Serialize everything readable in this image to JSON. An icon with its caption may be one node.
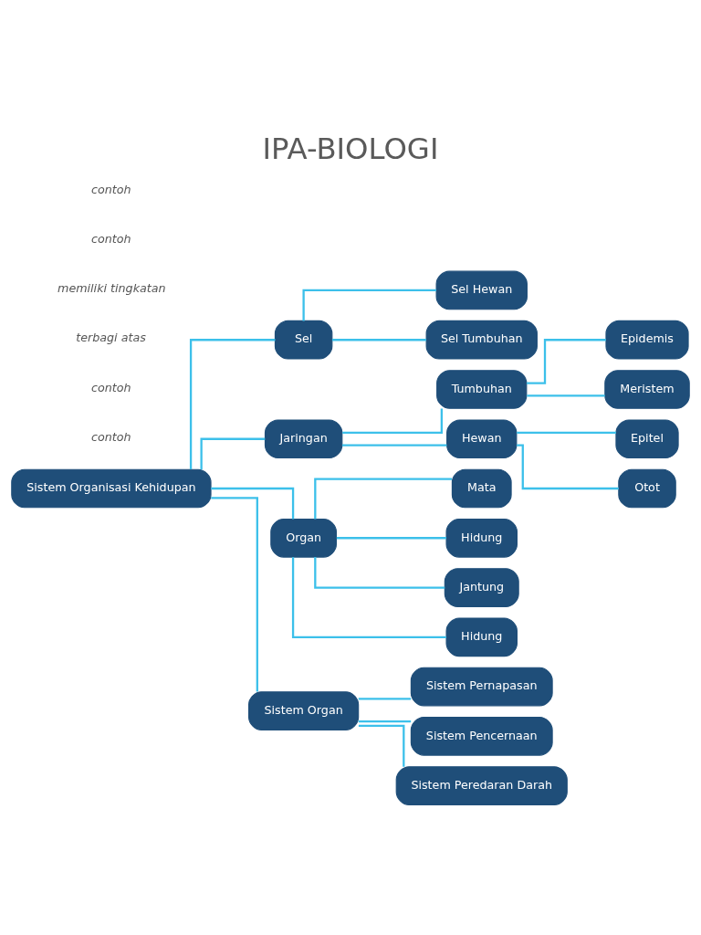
{
  "diagram": {
    "title": "IPA-BIOLOGI",
    "nodes": [
      {
        "text": [
          "Sistem Organisasi Kehidupan"
        ]
      },
      {
        "text": [
          "Sel"
        ]
      },
      {
        "text": [
          "Sel Hewan"
        ]
      },
      {
        "text": [
          "Sel Tumbuhan"
        ]
      },
      {
        "text": [
          "Jaringan"
        ]
      },
      {
        "text": [
          "Tumbuhan"
        ]
      },
      {
        "text": [
          "Epidemis"
        ]
      },
      {
        "text": [
          "Meristem"
        ]
      },
      {
        "text": [
          "Hewan"
        ]
      },
      {
        "text": [
          "Epitel"
        ]
      },
      {
        "text": [
          "Otot"
        ]
      },
      {
        "text": [
          "Organ"
        ]
      },
      {
        "text": [
          "Mata"
        ]
      },
      {
        "text": [
          "Hidung"
        ]
      },
      {
        "text": [
          "Jantung"
        ]
      },
      {
        "text": [
          "Hidung"
        ]
      },
      {
        "text": [
          "Sistem Organ"
        ]
      },
      {
        "text": [
          "Sistem Pernapasan"
        ]
      },
      {
        "text": [
          "Sistem Pencernaan"
        ]
      },
      {
        "text": [
          "Sistem Peredaran Darah"
        ]
      }
    ],
    "edges": [
      {
        "from": 0,
        "to": 1,
        "arrow": "none"
      },
      {
        "from": 0,
        "to": 4,
        "arrow": "none"
      },
      {
        "from": 0,
        "to": 11,
        "arrow": "none"
      },
      {
        "from": 0,
        "to": 16,
        "arrow": "none"
      },
      {
        "from": 1,
        "to": 2,
        "arrow": "none"
      },
      {
        "from": 1,
        "to": 3,
        "arrow": "none"
      },
      {
        "from": 4,
        "to": 5,
        "arrow": "none"
      },
      {
        "from": 4,
        "to": 8,
        "arrow": "none"
      },
      {
        "from": 5,
        "to": 6,
        "arrow": "none"
      },
      {
        "from": 5,
        "to": 7,
        "arrow": "none"
      },
      {
        "from": 8,
        "to": 9,
        "arrow": "none"
      },
      {
        "from": 8,
        "to": 10,
        "arrow": "none"
      },
      {
        "from": 11,
        "to": 12,
        "arrow": "none"
      },
      {
        "from": 11,
        "to": 13,
        "arrow": "none"
      },
      {
        "from": 11,
        "to": 14,
        "arrow": "none"
      },
      {
        "from": 11,
        "to": 15,
        "arrow": "none"
      },
      {
        "from": 16,
        "to": 17,
        "arrow": "none"
      },
      {
        "from": 16,
        "to": 18,
        "arrow": "none"
      },
      {
        "from": 16,
        "to": 19,
        "arrow": "none"
      }
    ],
    "labels": [
      "contoh",
      "contoh",
      "terbagi atas",
      "memiliki tingkatan",
      "contoh",
      "contoh"
    ]
  }
}
